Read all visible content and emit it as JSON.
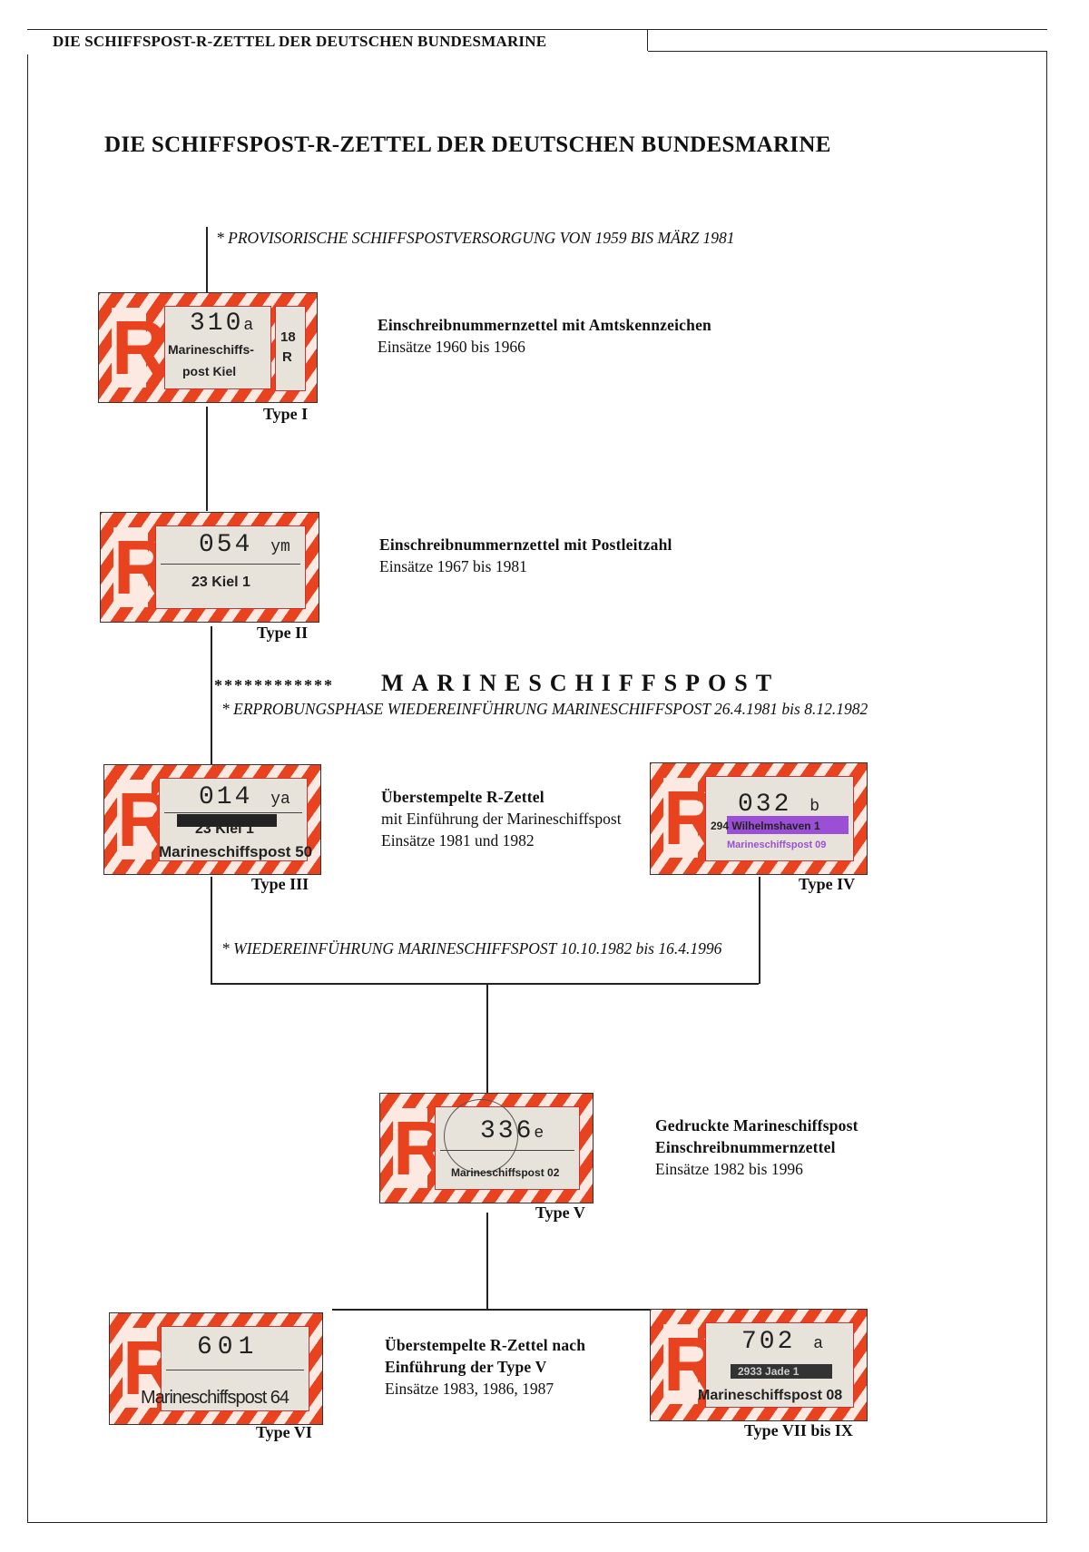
{
  "header": {
    "tab_text": "DIE SCHIFFSPOST-R-ZETTEL DER DEUTSCHEN BUNDESMARINE"
  },
  "title": "DIE SCHIFFSPOST-R-ZETTEL DER DEUTSCHEN BUNDESMARINE",
  "sections": {
    "s1": "* PROVISORISCHE SCHIFFSPOSTVERSORGUNG VON 1959 BIS MÄRZ 1981",
    "dots": "************",
    "big": "MARINESCHIFFSPOST",
    "s2": "* ERPROBUNGSPHASE WIEDEREINFÜHRUNG MARINESCHIFFSPOST 26.4.1981 bis 8.12.1982",
    "s3": "* WIEDEREINFÜHRUNG MARINESCHIFFSPOST 10.10.1982 bis 16.4.1996"
  },
  "types": {
    "t1": {
      "caption": "Type I",
      "desc_bold": "Einschreibnummernzettel mit Amtskennzeichen",
      "desc": "Einsätze 1960 bis 1966",
      "label": {
        "num": "310",
        "suffix": "a",
        "line1": "Marineschiffs-",
        "line2": "post Kiel",
        "side1": "18",
        "side2": "R"
      }
    },
    "t2": {
      "caption": "Type II",
      "desc_bold": "Einschreibnummernzettel mit Postleitzahl",
      "desc": "Einsätze 1967 bis 1981",
      "label": {
        "num": "054",
        "suffix": "ym",
        "line1": "23 Kiel 1"
      }
    },
    "t3": {
      "caption": "Type III",
      "desc_bold": "Überstempelte R-Zettel",
      "desc1": "mit Einführung der Marineschiffspost",
      "desc2": "Einsätze 1981 und 1982",
      "label": {
        "num": "014",
        "suffix": "ya",
        "line1": "23 Kiel 1",
        "line2": "Marineschiffspost 50"
      }
    },
    "t4": {
      "caption": "Type IV",
      "label": {
        "num": "032",
        "suffix": "b",
        "line1": "294 Wilhelmshaven 1",
        "line2": "Marineschiffspost 09"
      }
    },
    "t5": {
      "caption": "Type V",
      "desc_bold1": "Gedruckte Marineschiffspost",
      "desc_bold2": "Einschreibnummernzettel",
      "desc": "Einsätze 1982 bis 1996",
      "label": {
        "num": "336",
        "suffix": "e",
        "line1": "Marineschiffspost 02"
      }
    },
    "t6": {
      "caption": "Type VI",
      "desc_bold1": "Überstempelte R-Zettel nach",
      "desc_bold2": "Einführung der Type V",
      "desc": "Einsätze 1983, 1986, 1987",
      "label": {
        "num": "601",
        "line1": "Marineschiffspost 64"
      }
    },
    "t7": {
      "caption": "Type VII bis IX",
      "label": {
        "num": "702",
        "suffix": "a",
        "line1": "2933 Jade 1",
        "line2": "Marineschiffspost 08"
      }
    }
  },
  "colors": {
    "label_red": "#e8421f",
    "label_light": "#fbe9e2",
    "stamp_purple": "#9b4fd6"
  }
}
